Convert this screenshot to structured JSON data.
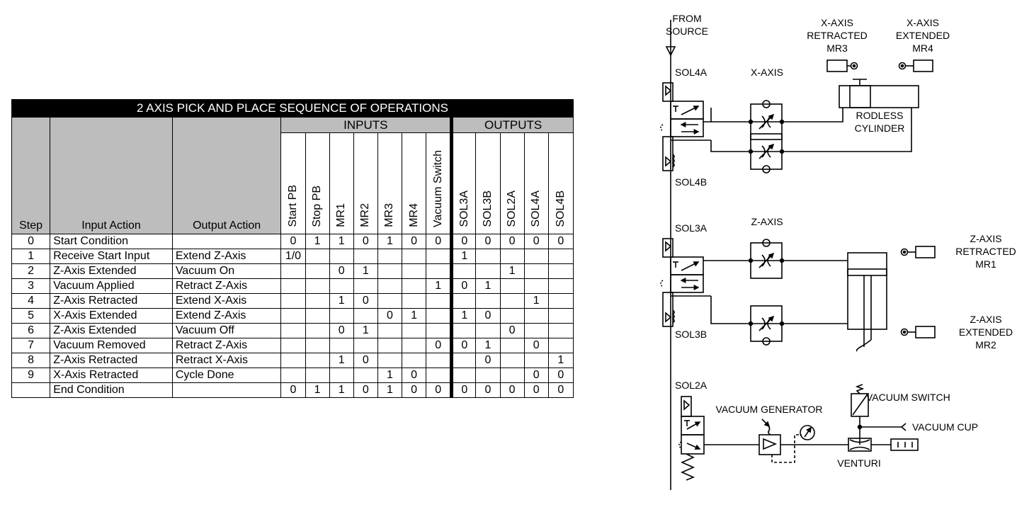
{
  "table": {
    "title": "2 AXIS PICK AND PLACE SEQUENCE OF OPERATIONS",
    "headers": {
      "step": "Step",
      "input_action": "Input Action",
      "output_action": "Output Action",
      "inputs": "INPUTS",
      "outputs": "OUTPUTS"
    },
    "input_cols": [
      "Start PB",
      "Stop PB",
      "MR1",
      "MR2",
      "MR3",
      "MR4",
      "Vacuum Switch"
    ],
    "output_cols": [
      "SOL3A",
      "SOL3B",
      "SOL2A",
      "SOL4A",
      "SOL4B"
    ],
    "rows": [
      {
        "step": "0",
        "input": "Start Condition",
        "output": "",
        "in": [
          "0",
          "1",
          "1",
          "0",
          "1",
          "0",
          "0"
        ],
        "out": [
          "0",
          "0",
          "0",
          "0",
          "0"
        ]
      },
      {
        "step": "1",
        "input": "Receive Start Input",
        "output": "Extend Z-Axis",
        "in": [
          "1/0",
          "",
          "",
          "",
          "",
          "",
          ""
        ],
        "out": [
          "1",
          "",
          "",
          "",
          ""
        ]
      },
      {
        "step": "2",
        "input": "Z-Axis Extended",
        "output": "Vacuum On",
        "in": [
          "",
          "",
          "0",
          "1",
          "",
          "",
          ""
        ],
        "out": [
          "",
          "",
          "1",
          "",
          ""
        ]
      },
      {
        "step": "3",
        "input": "Vacuum Applied",
        "output": "Retract Z-Axis",
        "in": [
          "",
          "",
          "",
          "",
          "",
          "",
          "1"
        ],
        "out": [
          "0",
          "1",
          "",
          "",
          ""
        ]
      },
      {
        "step": "4",
        "input": "Z-Axis Retracted",
        "output": "Extend X-Axis",
        "in": [
          "",
          "",
          "1",
          "0",
          "",
          "",
          ""
        ],
        "out": [
          "",
          "",
          "",
          "1",
          ""
        ]
      },
      {
        "step": "5",
        "input": "X-Axis Extended",
        "output": "Extend Z-Axis",
        "in": [
          "",
          "",
          "",
          "",
          "0",
          "1",
          ""
        ],
        "out": [
          "1",
          "0",
          "",
          "",
          ""
        ]
      },
      {
        "step": "6",
        "input": "Z-Axis Extended",
        "output": "Vacuum Off",
        "in": [
          "",
          "",
          "0",
          "1",
          "",
          "",
          ""
        ],
        "out": [
          "",
          "",
          "0",
          "",
          ""
        ]
      },
      {
        "step": "7",
        "input": "Vacuum Removed",
        "output": "Retract Z-Axis",
        "in": [
          "",
          "",
          "",
          "",
          "",
          "",
          "0"
        ],
        "out": [
          "0",
          "1",
          "",
          "0",
          ""
        ]
      },
      {
        "step": "8",
        "input": "Z-Axis Retracted",
        "output": "Retract X-Axis",
        "in": [
          "",
          "",
          "1",
          "0",
          "",
          "",
          ""
        ],
        "out": [
          "",
          "0",
          "",
          "",
          "1"
        ]
      },
      {
        "step": "9",
        "input": "X-Axis Retracted",
        "output": "Cycle Done",
        "in": [
          "",
          "",
          "",
          "",
          "1",
          "0",
          ""
        ],
        "out": [
          "",
          "",
          "",
          "0",
          "0"
        ]
      },
      {
        "step": "",
        "input": "End Condition",
        "output": "",
        "in": [
          "0",
          "1",
          "1",
          "0",
          "1",
          "0",
          "0"
        ],
        "out": [
          "0",
          "0",
          "0",
          "0",
          "0"
        ]
      }
    ]
  },
  "diagram": {
    "from_source": [
      "FROM",
      "SOURCE"
    ],
    "x_axis": "X-AXIS",
    "x_retracted": [
      "X-AXIS",
      "RETRACTED",
      "MR3"
    ],
    "x_extended": [
      "X-AXIS",
      "EXTENDED",
      "MR4"
    ],
    "rodless": [
      "RODLESS",
      "CYLINDER"
    ],
    "sol4a": "SOL4A",
    "sol4b": "SOL4B",
    "z_axis": "Z-AXIS",
    "sol3a": "SOL3A",
    "sol3b": "SOL3B",
    "z_retracted": [
      "Z-AXIS",
      "RETRACTED",
      "MR1"
    ],
    "z_extended": [
      "Z-AXIS",
      "EXTENDED",
      "MR2"
    ],
    "sol2a": "SOL2A",
    "vacuum_generator": "VACUUM GENERATOR",
    "vacuum_switch": "VACUUM SWITCH",
    "vacuum_cup": "VACUUM CUP",
    "venturi": "VENTURI"
  }
}
